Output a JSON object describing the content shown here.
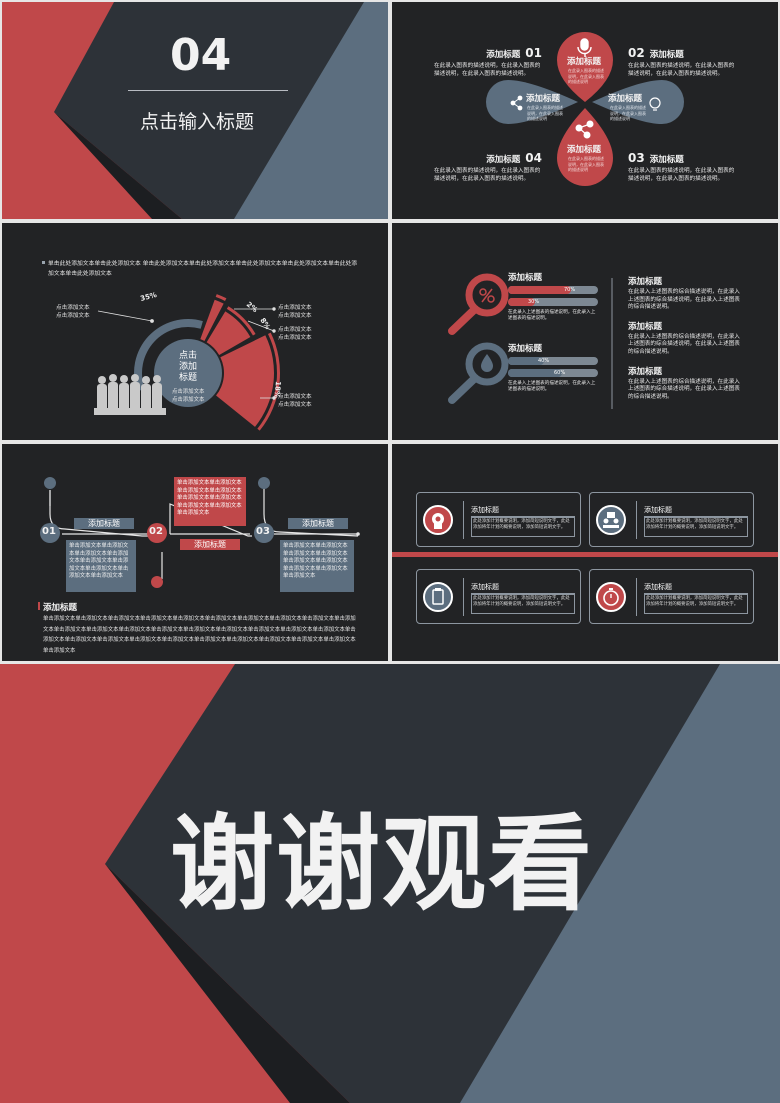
{
  "colors": {
    "red": "#c0484a",
    "slate": "#5c6e7f",
    "dark": "#2d3238",
    "bg": "#222325"
  },
  "s1": {
    "number": "04",
    "title": "点击输入标题"
  },
  "s2": {
    "center_label": "添加标题",
    "petals": [
      {
        "label": "添加标题",
        "desc": "在此录入图表的描述说明，在此录入图表的描述说明",
        "icon": "microphone-icon"
      },
      {
        "label": "添加标题",
        "desc": "在此录入图表的描述说明，在此录入图表的描述说明",
        "icon": "lightbulb-icon"
      },
      {
        "label": "添加标题",
        "desc": "在此录入图表的描述说明，在此录入图表的描述说明",
        "icon": "molecule-icon"
      },
      {
        "label": "添加标题",
        "desc": "在此录入图表的描述说明，在此录入图表的描述说明",
        "icon": "share-icon"
      }
    ],
    "items": [
      {
        "num": "01",
        "title": "添加标题",
        "desc": "在此录入图表的描述说明，在此录入图表的描述说明，在此录入图表的描述说明。"
      },
      {
        "num": "02",
        "title": "添加标题",
        "desc": "在此录入图表的描述说明，在此录入图表的描述说明，在此录入图表的描述说明。"
      },
      {
        "num": "04",
        "title": "添加标题",
        "desc": "在此录入图表的描述说明，在此录入图表的描述说明，在此录入图表的描述说明。"
      },
      {
        "num": "03",
        "title": "添加标题",
        "desc": "在此录入图表的描述说明，在此录入图表的描述说明，在此录入图表的描述说明。"
      }
    ]
  },
  "s3": {
    "intro": "单击此处添加文本单击此处添加文本 单击此处添加文本单击此处添加文本单击此处添加文本单击此处添加文本单击此处添加文本单击此处添加文本",
    "center": "点击\n添加\n标题",
    "center_sub": "点击添加文本\n点击添加文本",
    "left_note": "点击添加文本\n点击添加文本",
    "notes": [
      "点击添加文本\n点击添加文本",
      "点击添加文本\n点击添加文本",
      "点击添加文本\n点击添加文本"
    ],
    "chart_data": {
      "type": "pie",
      "values": [
        35,
        2,
        8,
        18
      ],
      "labels": [
        "35%",
        "2%",
        "8%",
        "18%"
      ]
    }
  },
  "s4": {
    "items": [
      {
        "title": "添加标题",
        "bars": [
          {
            "label": "70%",
            "value": 70
          },
          {
            "label": "30%",
            "value": 30
          }
        ],
        "desc": "在此录入上述图表的描述说明，在此录入上述图表的描述说明。",
        "icon": "percent-icon"
      },
      {
        "title": "添加标题",
        "bars": [
          {
            "label": "40%",
            "value": 40
          },
          {
            "label": "60%",
            "value": 60
          }
        ],
        "desc": "在此录入上述图表的描述说明，在此录入上述图表的描述说明。",
        "icon": "drop-icon"
      }
    ],
    "right": [
      {
        "title": "添加标题",
        "desc": "在此录入上述图表的综合描述说明，在此录入上述图表的综合描述说明，在此录入上述图表的综合描述说明。"
      },
      {
        "title": "添加标题",
        "desc": "在此录入上述图表的综合描述说明，在此录入上述图表的综合描述说明，在此录入上述图表的综合描述说明。"
      },
      {
        "title": "添加标题",
        "desc": "在此录入上述图表的综合描述说明，在此录入上述图表的综合描述说明，在此录入上述图表的综合描述说明。"
      }
    ]
  },
  "s5": {
    "steps": [
      {
        "num": "01",
        "title": "添加标题",
        "text": "单击添加文本单击添加文本单击添加文本单击添加文本单击添加文本单击添加文本单击添加文本单击添加文本单击添加文本"
      },
      {
        "num": "02",
        "title": "添加标题",
        "text": "单击添加文本单击添加文本单击添加文本单击添加文本单击添加文本单击添加文本单击添加文本单击添加文本单击添加文本"
      },
      {
        "num": "03",
        "title": "添加标题",
        "text": "单击添加文本单击添加文本单击添加文本单击添加文本单击添加文本单击添加文本单击添加文本单击添加文本单击添加文本"
      }
    ],
    "bottom_title": "添加标题",
    "bottom_text": "单击添加文本单击添加文本单击添加文本单击添加文本单击添加文本单击添加文本单击添加文本单击添加文本单击添加文本单击添加文本单击添加文本单击添加文本单击添加文本单击添加文本单击添加文本单击添加文本单击添加文本单击添加文本单击添加文本单击添加文本单击添加文本单击添加文本单击添加文本单击添加文本单击添加文本单击添加文本单击添加文本单击添加文本单击添加文本单击添加文本"
  },
  "s6": {
    "cards": [
      {
        "title": "添加标题",
        "text": "此处添加计划概要说明，添加简短说明文字，此处添加将年计划的概要说明，添加简短说明文字。",
        "icon": "head-icon"
      },
      {
        "title": "添加标题",
        "text": "此处添加计划概要说明，添加简短说明文字，此处添加将年计划的概要说明，添加简短说明文字。",
        "icon": "meeting-icon"
      },
      {
        "title": "添加标题",
        "text": "此处添加计划概要说明，添加简短说明文字，此处添加将年计划的概要说明，添加简短说明文字。",
        "icon": "clipboard-icon"
      },
      {
        "title": "添加标题",
        "text": "此处添加计划概要说明，添加简短说明文字，此处添加将年计划的概要说明，添加简短说明文字。",
        "icon": "stopwatch-icon"
      }
    ]
  },
  "s7": {
    "title": "谢谢观看"
  }
}
